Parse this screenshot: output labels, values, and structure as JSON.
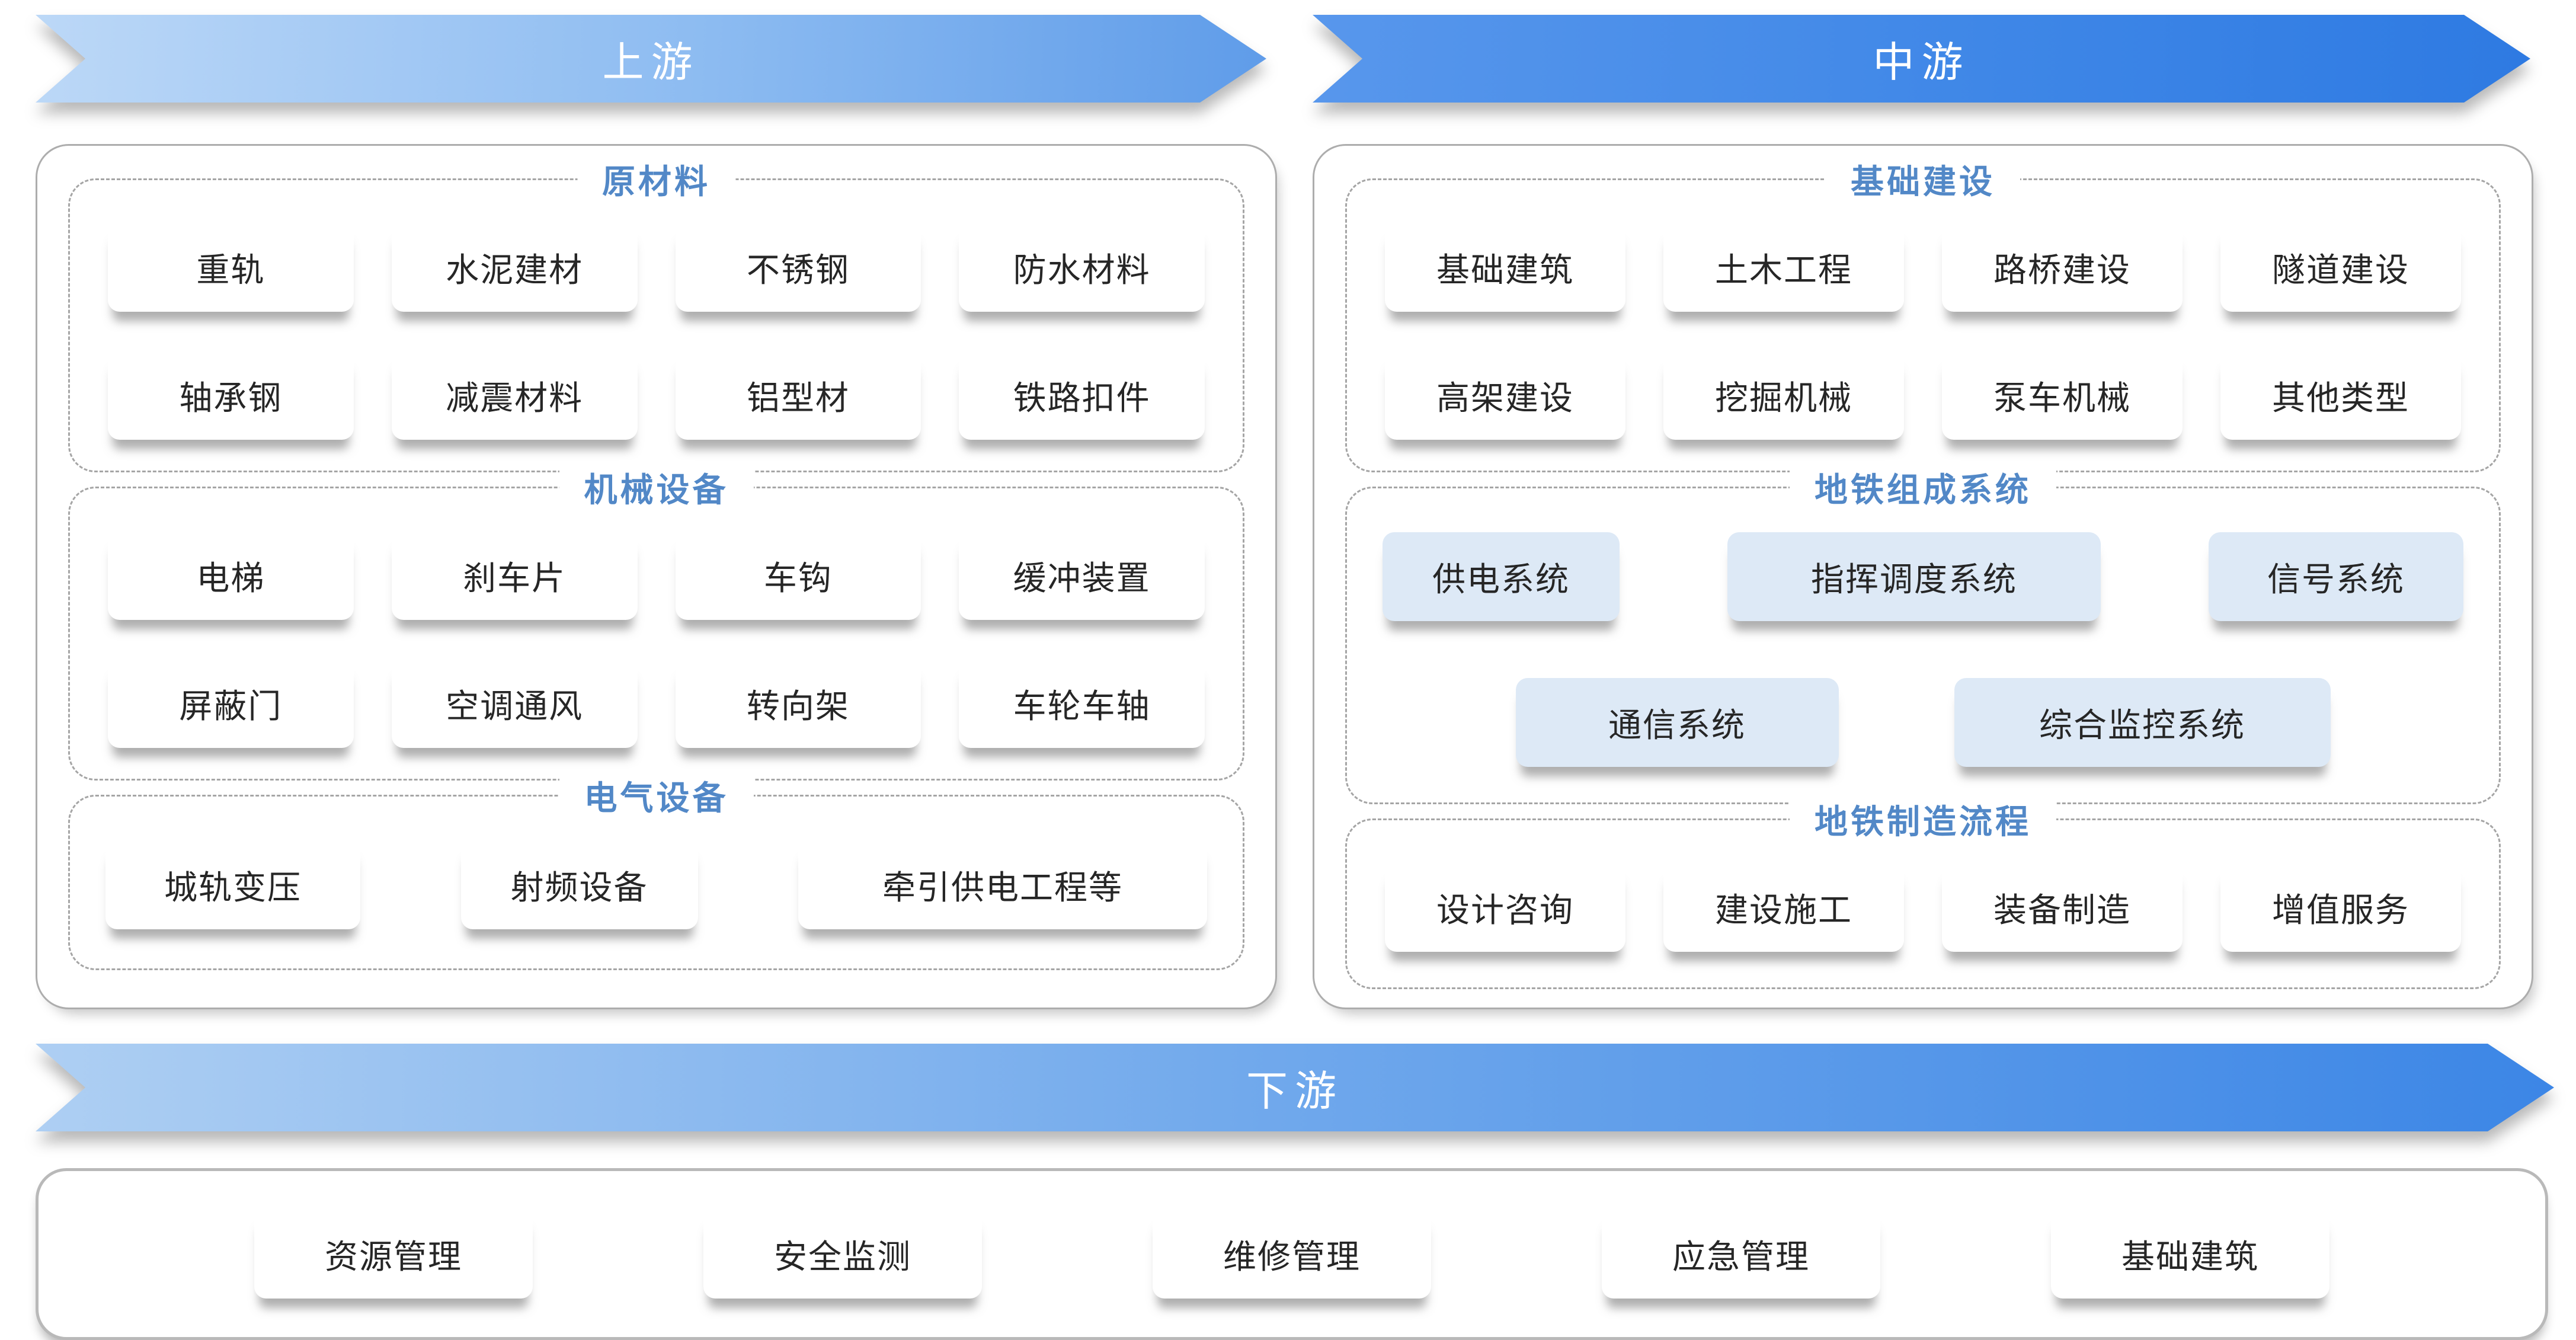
{
  "banners": {
    "upstream": "上游",
    "midstream": "中游",
    "downstream": "下游"
  },
  "upstream": {
    "sections": [
      {
        "title": "原材料",
        "rows": [
          [
            "重轨",
            "水泥建材",
            "不锈钢",
            "防水材料"
          ],
          [
            "轴承钢",
            "减震材料",
            "铝型材",
            "铁路扣件"
          ]
        ]
      },
      {
        "title": "机械设备",
        "rows": [
          [
            "电梯",
            "刹车片",
            "车钩",
            "缓冲装置"
          ],
          [
            "屏蔽门",
            "空调通风",
            "转向架",
            "车轮车轴"
          ]
        ]
      },
      {
        "title": "电气设备",
        "rows": [
          [
            "城轨变压",
            "射频设备",
            "牵引供电工程等"
          ]
        ]
      }
    ]
  },
  "midstream": {
    "sections": [
      {
        "title": "基础建设",
        "rows": [
          [
            "基础建筑",
            "土木工程",
            "路桥建设",
            "隧道建设"
          ],
          [
            "高架建设",
            "挖掘机械",
            "泵车机械",
            "其他类型"
          ]
        ]
      },
      {
        "title": "地铁组成系统",
        "rows": [
          [
            "供电系统",
            "指挥调度系统",
            "信号系统"
          ],
          [
            "通信系统",
            "综合监控系统"
          ]
        ]
      },
      {
        "title": "地铁制造流程",
        "rows": [
          [
            "设计咨询",
            "建设施工",
            "装备制造",
            "增值服务"
          ]
        ]
      }
    ]
  },
  "downstream": {
    "items": [
      "资源管理",
      "安全监测",
      "维修管理",
      "应急管理",
      "基础建筑"
    ]
  },
  "colors": {
    "title_blue": "#5288c7",
    "text_dark": "#262626",
    "card_blue_bg": "#dde9f6",
    "banner_up_from": "#bcd8f7",
    "banner_up_to": "#5f9ce9",
    "banner_mid_from": "#5897ec",
    "banner_mid_to": "#2e7ae2",
    "banner_down_from": "#aecff3",
    "banner_down_to": "#3c86e6"
  }
}
